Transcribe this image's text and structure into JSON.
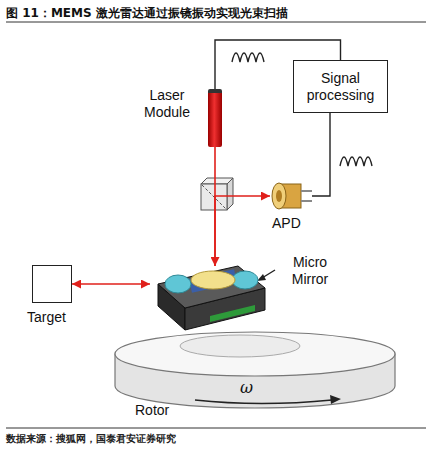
{
  "diagram": {
    "title": "图 11：MEMS 激光雷达通过振镜振动实现光束扫描",
    "caption": "数据来源：搜狐网，国泰君安证券研究",
    "nodes": [
      {
        "text": [
          "Signal processing"
        ]
      },
      {
        "text": [
          "Laser Module"
        ]
      },
      {
        "text": [
          "APD"
        ]
      },
      {
        "text": [
          "Micro Mirror"
        ]
      },
      {
        "text": [
          "Target"
        ]
      },
      {
        "text": [
          "Rotor",
          "ω"
        ]
      }
    ],
    "edges": [
      {
        "from": 1,
        "to": 0,
        "arrow": "none"
      },
      {
        "from": 2,
        "to": 0,
        "arrow": "none"
      },
      {
        "from": 1,
        "to": 3,
        "arrow": "to"
      },
      {
        "from": 3,
        "to": 4,
        "arrow": "both"
      },
      {
        "from": 3,
        "to": 2,
        "arrow": "to"
      }
    ]
  }
}
